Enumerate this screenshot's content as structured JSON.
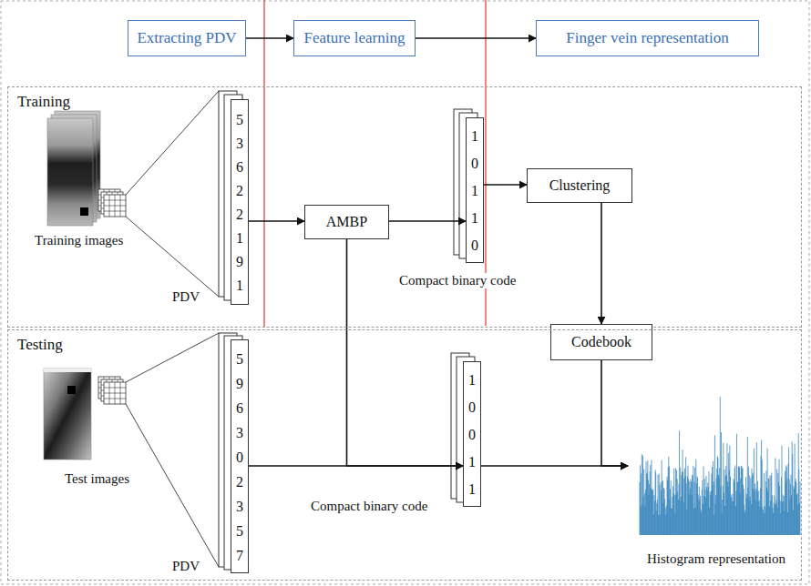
{
  "diagram": {
    "nodes": [
      {
        "text": [
          "Extracting PDV"
        ]
      },
      {
        "text": [
          "Feature learning"
        ]
      },
      {
        "text": [
          "Finger vein representation"
        ]
      },
      {
        "text": [
          "Training"
        ]
      },
      {
        "text": [
          "5 3 6 2 2 1 9 1"
        ],
        "in": 3
      },
      {
        "text": [
          "AMBP"
        ],
        "in": 3
      },
      {
        "text": [
          "1 0 1 1 0"
        ],
        "in": 3
      },
      {
        "text": [
          "Clustering"
        ],
        "in": 3
      },
      {
        "text": [
          "Codebook"
        ]
      },
      {
        "text": [
          "Testing"
        ]
      },
      {
        "text": [
          "5 9 6 3 0 2 3 5 7"
        ],
        "in": 9
      },
      {
        "text": [
          "1 0 0 1 1"
        ],
        "in": 9
      },
      {
        "text": [
          "Histogram representation"
        ],
        "in": 9
      }
    ],
    "edges": [
      {
        "from": 0,
        "to": 1,
        "arrow": "to"
      },
      {
        "from": 1,
        "to": 2,
        "arrow": "to"
      },
      {
        "from": 4,
        "to": 5,
        "arrow": "to"
      },
      {
        "from": 5,
        "to": 6,
        "arrow": "to"
      },
      {
        "from": 6,
        "to": 7,
        "arrow": "to"
      },
      {
        "from": 7,
        "to": 8,
        "arrow": "to"
      },
      {
        "from": 5,
        "to": 11,
        "arrow": "to"
      },
      {
        "from": 10,
        "to": 11,
        "arrow": "to"
      },
      {
        "from": 11,
        "to": 12,
        "arrow": "to"
      },
      {
        "from": 8,
        "to": 12,
        "arrow": "to"
      }
    ],
    "labels": [
      "Training images",
      "PDV",
      "Compact binary code",
      "Test images",
      "PDV",
      "Compact binary code"
    ]
  }
}
